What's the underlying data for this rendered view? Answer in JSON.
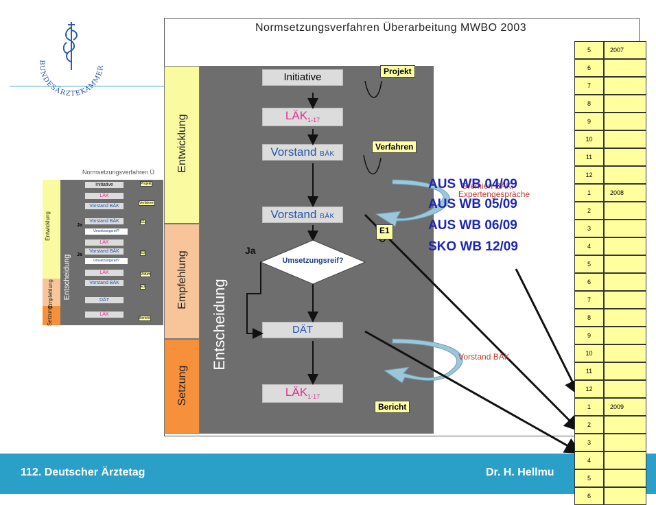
{
  "logo": {
    "text": "BUNDESÄRZTEKAMMER"
  },
  "footer": {
    "left": "112. Deutscher Ärztetag",
    "right": "Dr. H. Hellmu"
  },
  "diagram": {
    "title": "Normsetzungsverfahren Überarbeitung MWBO 2003",
    "bands": {
      "entwicklung": "Entwicklung",
      "empfehlung": "Empfehlung",
      "setzung": "Setzung",
      "entscheidung": "Entscheidung"
    },
    "nodes": {
      "initiative": "Initiative",
      "laek1": "LÄK",
      "laek_sub": "1-17",
      "vorstand1": "Vorstand",
      "baek": "BÄK",
      "vorstand2": "Vorstand",
      "umsetzungsreif": "Umsetzungsreif?",
      "daet": "DÄT",
      "laek2": "LÄK"
    },
    "notes": {
      "projekt": "Projekt",
      "verfahren": "Verfahren",
      "e1": "E1",
      "bericht": "Bericht"
    },
    "ja": "Ja",
    "red_notes": {
      "gremien": "Gremien BÄK,",
      "experten": "Expertengespräche",
      "vorstand": "Vorstand BÄK"
    }
  },
  "overlay_items": [
    "AUS WB 04/09",
    "AUS WB 05/09",
    "AUS WB 06/09",
    "SKO WB 12/09"
  ],
  "timeline": [
    {
      "m": "5",
      "y": "2007"
    },
    {
      "m": "6",
      "y": ""
    },
    {
      "m": "7",
      "y": ""
    },
    {
      "m": "8",
      "y": ""
    },
    {
      "m": "9",
      "y": ""
    },
    {
      "m": "10",
      "y": ""
    },
    {
      "m": "11",
      "y": ""
    },
    {
      "m": "12",
      "y": ""
    },
    {
      "m": "1",
      "y": "2008"
    },
    {
      "m": "2",
      "y": ""
    },
    {
      "m": "3",
      "y": ""
    },
    {
      "m": "4",
      "y": ""
    },
    {
      "m": "5",
      "y": ""
    },
    {
      "m": "6",
      "y": ""
    },
    {
      "m": "7",
      "y": ""
    },
    {
      "m": "8",
      "y": ""
    },
    {
      "m": "9",
      "y": ""
    },
    {
      "m": "10",
      "y": ""
    },
    {
      "m": "11",
      "y": ""
    },
    {
      "m": "12",
      "y": ""
    },
    {
      "m": "1",
      "y": "2009"
    },
    {
      "m": "2",
      "y": ""
    },
    {
      "m": "3",
      "y": ""
    },
    {
      "m": "4",
      "y": ""
    },
    {
      "m": "5",
      "y": ""
    },
    {
      "m": "6",
      "y": ""
    }
  ],
  "small_diagram": {
    "title": "Normsetzungsverfahren Ü",
    "labels": {
      "entwicklung": "Entwicklung",
      "entscheidung": "Entscheidung",
      "empfehlung": "Empfehlung",
      "setzung": "Setzung"
    },
    "nodes": [
      "Initiative",
      "LÄK",
      "Vorstand BÄK",
      "Vorstand BÄK",
      "Umsetzungsreif?",
      "LÄK",
      "Vorstand BÄK",
      "Umsetzungsreif?",
      "LÄK",
      "Vorstand BÄK",
      "DÄT",
      "LÄK"
    ],
    "ja": "Ja",
    "notes": [
      "Projekt",
      "Verfahren",
      "E1",
      "E2",
      "Votum",
      "E3",
      "Bericht"
    ]
  }
}
